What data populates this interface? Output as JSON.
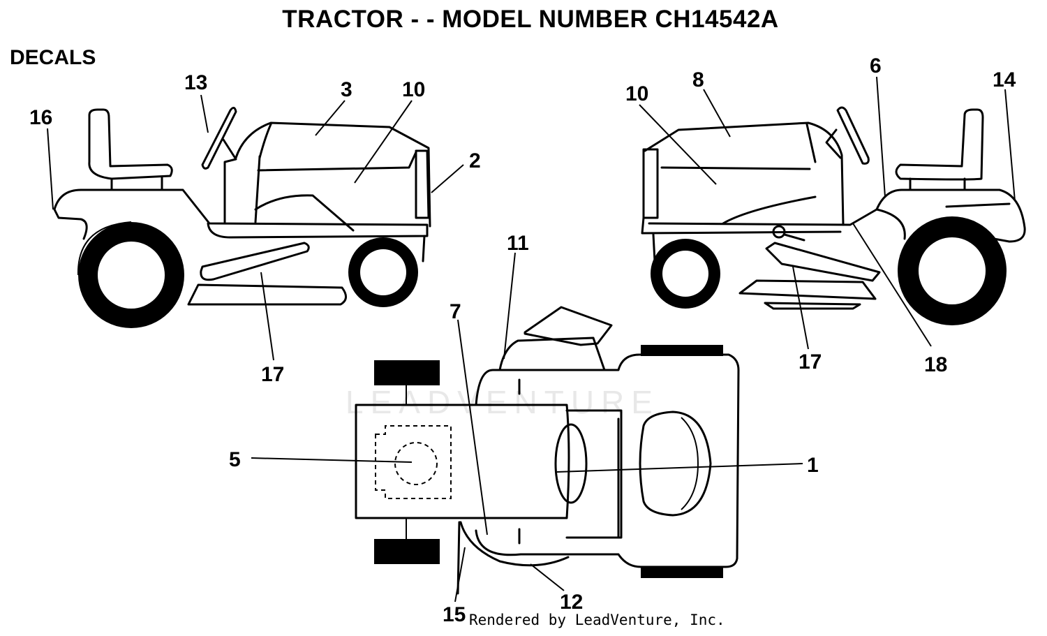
{
  "title": "TRACTOR - - MODEL NUMBER CH14542A",
  "subtitle": "DECALS",
  "footer": "Rendered by LeadVenture, Inc.",
  "watermark": "LEADVENTURE",
  "callouts": {
    "c1": "1",
    "c2": "2",
    "c3": "3",
    "c5": "5",
    "c6": "6",
    "c7": "7",
    "c8": "8",
    "c10a": "10",
    "c10b": "10",
    "c11": "11",
    "c12": "12",
    "c13": "13",
    "c14": "14",
    "c15": "15",
    "c16": "16",
    "c17a": "17",
    "c17b": "17",
    "c18": "18"
  }
}
